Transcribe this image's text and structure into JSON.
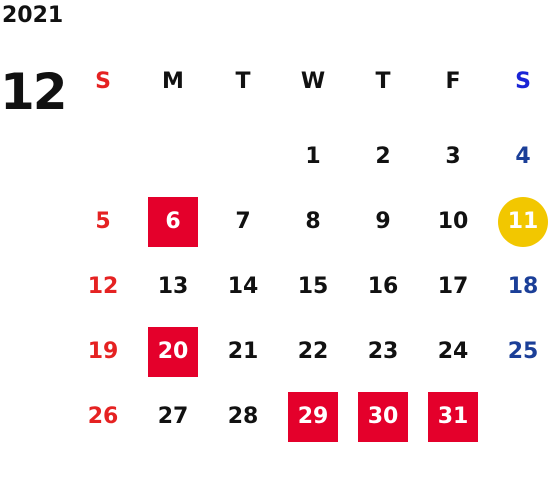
{
  "calendar": {
    "year": "2021",
    "month": "12",
    "weekdays": [
      "S",
      "M",
      "T",
      "W",
      "T",
      "F",
      "S"
    ],
    "first_weekday_index": 3,
    "days_in_month": 31,
    "highlighted_box_days": [
      6,
      20,
      29,
      30,
      31
    ],
    "highlighted_circle_days": [
      11
    ],
    "colors": {
      "sunday": "#e52222",
      "saturday_header": "#1a24d6",
      "saturday": "#1b3f98",
      "weekday": "#111111",
      "box_bg": "#e4002b",
      "circle_bg": "#f2c700",
      "highlight_text": "#ffffff"
    }
  }
}
